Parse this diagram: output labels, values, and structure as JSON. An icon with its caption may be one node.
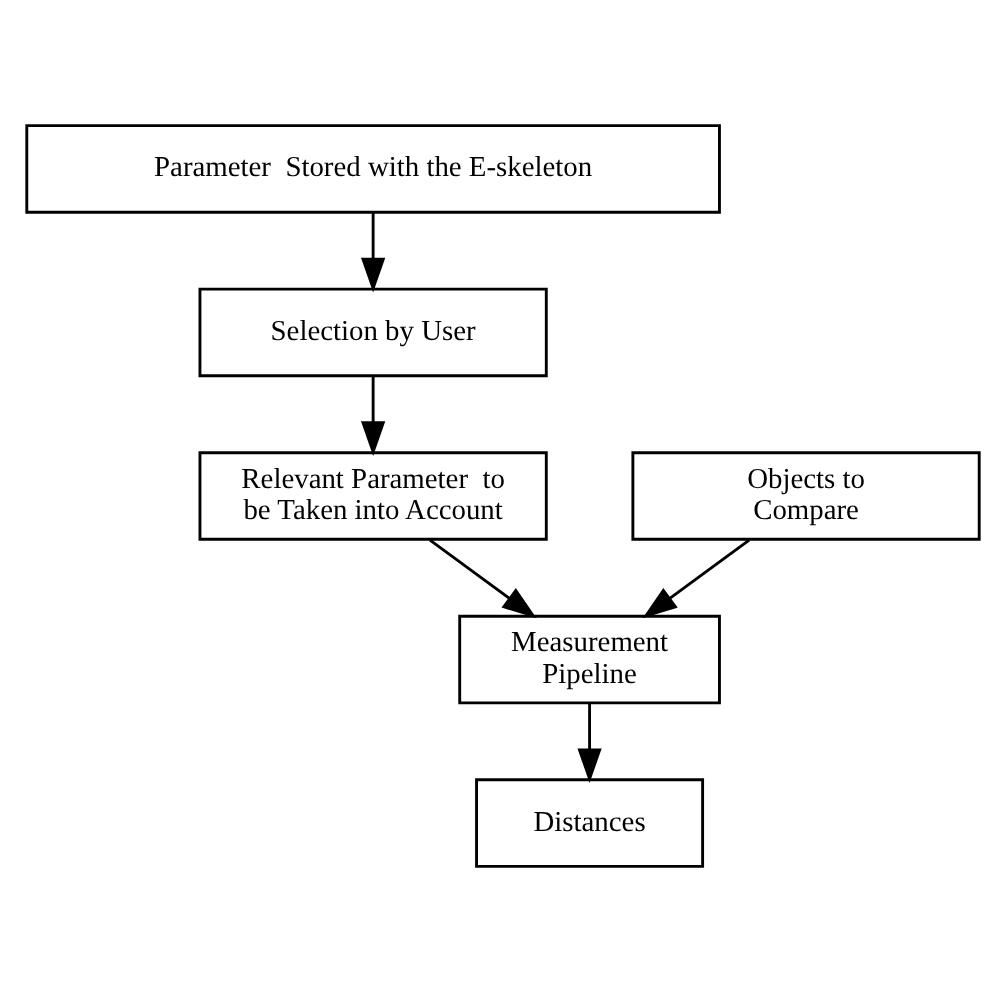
{
  "diagram": {
    "nodes": [
      {
        "text": [
          "Parameter  Stored with the E-skeleton"
        ]
      },
      {
        "text": [
          "Selection by User"
        ]
      },
      {
        "text": [
          "Relevant Parameter  to be Taken into Account"
        ]
      },
      {
        "text": [
          "Objects to Compare"
        ]
      },
      {
        "text": [
          "Measurement Pipeline"
        ]
      },
      {
        "text": [
          "Distances"
        ]
      }
    ],
    "edges": [
      {
        "from": 0,
        "to": 1,
        "arrow": "to"
      },
      {
        "from": 1,
        "to": 2,
        "arrow": "to"
      },
      {
        "from": 2,
        "to": 4,
        "arrow": "to"
      },
      {
        "from": 3,
        "to": 4,
        "arrow": "to"
      },
      {
        "from": 4,
        "to": 5,
        "arrow": "to"
      }
    ]
  }
}
